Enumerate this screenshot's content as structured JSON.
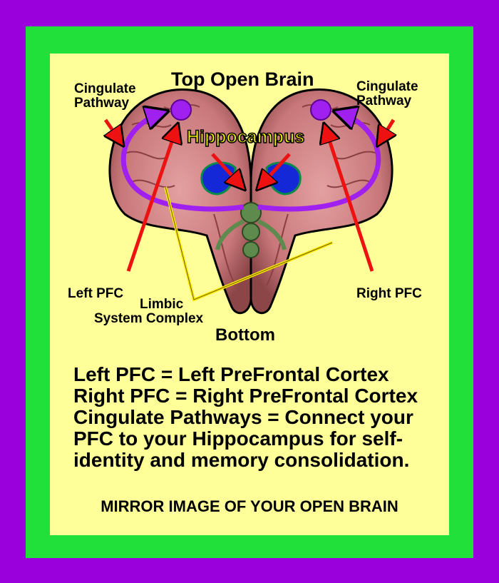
{
  "title": "Top Open Brain",
  "labels": {
    "cingulate_left": [
      "Cingulate",
      "Pathway"
    ],
    "cingulate_right": [
      "Cingulate",
      "Pathway"
    ],
    "hippocampus": "Hippocampus",
    "left_pfc": "Left PFC",
    "right_pfc": "Right PFC",
    "limbic": [
      "Limbic",
      "System Complex"
    ],
    "bottom": "Bottom"
  },
  "legend": [
    "Left PFC = Left PreFrontal Cortex",
    "Right PFC = Right PreFrontal Cortex",
    "Cingulate Pathways = Connect your",
    "PFC to your Hippocampus for self-",
    "identity and memory consolidation."
  ],
  "footer": "MIRROR IMAGE OF YOUR OPEN BRAIN",
  "colors": {
    "outer_frame": "#9A00DC",
    "inner_frame": "#22E03A",
    "panel": "#FFFF99",
    "brain": "#C8777A",
    "pathway": "#A020F0",
    "arrow": "#EE1111",
    "hippocampus": "#1428D8",
    "limbic_core": "#5E8A4E",
    "limbic_line": "#FFE800"
  }
}
